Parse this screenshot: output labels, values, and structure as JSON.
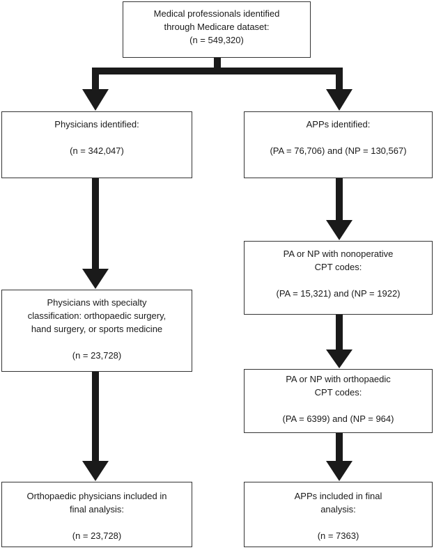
{
  "boxes": {
    "top": {
      "line1": "Medical professionals identified",
      "line2": "through Medicare dataset:",
      "line3": "(n = 549,320)"
    },
    "physicians": {
      "line1": "Physicians identified:",
      "line2": "(n = 342,047)"
    },
    "apps": {
      "line1": "APPs identified:",
      "line2": "(PA = 76,706) and (NP = 130,567)"
    },
    "specialty": {
      "line1": "Physicians with specialty",
      "line2": "classification: orthopaedic surgery,",
      "line3": "hand surgery, or sports medicine",
      "line4": "(n = 23,728)"
    },
    "nonoperative": {
      "line1": "PA or NP with nonoperative",
      "line2": "CPT codes:",
      "line3": "(PA = 15,321) and (NP = 1922)"
    },
    "orthopaedic_cpt": {
      "line1": "PA or NP with orthopaedic",
      "line2": "CPT codes:",
      "line3": "(PA = 6399) and (NP = 964)"
    },
    "final_physicians": {
      "line1": "Orthopaedic physicians included in",
      "line2": "final analysis:",
      "line3": "(n = 23,728)"
    },
    "final_apps": {
      "line1": "APPs included in final",
      "line2": "analysis:",
      "line3": "(n = 7363)"
    }
  },
  "colors": {
    "arrow": "#1a1a1a",
    "border": "#333333",
    "text": "#1a1a1a"
  }
}
